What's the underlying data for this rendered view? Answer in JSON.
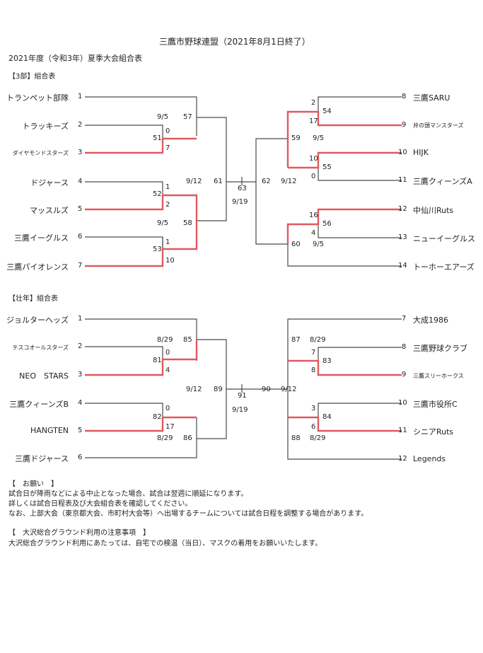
{
  "header": {
    "title": "三鷹市野球連盟（2021年8月1日終了）",
    "subtitle": "2021年度（令和3年）夏季大会組合表"
  },
  "colors": {
    "winner_line": "#e0595f",
    "line": "#4a4a4a",
    "text": "#222222"
  },
  "bracket3": {
    "label": "【3部】組合表",
    "left_teams": [
      {
        "seed": "1",
        "name": "トランペット部隊"
      },
      {
        "seed": "2",
        "name": "トラッキーズ"
      },
      {
        "seed": "3",
        "name": "ダイヤモンドスターズ"
      },
      {
        "seed": "4",
        "name": "ドジャース"
      },
      {
        "seed": "5",
        "name": "マッスルズ"
      },
      {
        "seed": "6",
        "name": "三鷹イーグルス"
      },
      {
        "seed": "7",
        "name": "三鷹パイオレンス"
      }
    ],
    "right_teams": [
      {
        "seed": "8",
        "name": "三鷹SARU"
      },
      {
        "seed": "9",
        "name": "井の頭マンスターズ"
      },
      {
        "seed": "10",
        "name": "HIJK"
      },
      {
        "seed": "11",
        "name": "三鷹クィーンズA"
      },
      {
        "seed": "12",
        "name": "中仙川Ruts"
      },
      {
        "seed": "13",
        "name": "ニューイーグルス"
      },
      {
        "seed": "14",
        "name": "トーホーエアーズ"
      }
    ],
    "labels": {
      "l51": "51",
      "l51_date": "9/5",
      "l51_s1": "0",
      "l51_s2": "7",
      "l57": "57",
      "l52": "52",
      "l52_s1": "1",
      "l52_s2": "2",
      "l53": "53",
      "l53_s1": "1",
      "l53_s2": "10",
      "l58": "58",
      "l58_date": "9/5",
      "l61": "61",
      "l61_date": "9/12",
      "final": "63",
      "final_date": "9/19",
      "r54": "54",
      "r54_s1": "2",
      "r54_s2": "17",
      "r55": "55",
      "r55_s1": "10",
      "r55_s2": "0",
      "r59": "59",
      "r59_date": "9/5",
      "r56": "56",
      "r56_s1": "16",
      "r56_s2": "4",
      "r60": "60",
      "r60_date": "9/5",
      "r62": "62",
      "r62_date": "9/12"
    }
  },
  "bracket_senior": {
    "label": "【壮年】組合表",
    "left_teams": [
      {
        "seed": "1",
        "name": "ジョルターヘッズ"
      },
      {
        "seed": "2",
        "name": "テスコオールスターズ"
      },
      {
        "seed": "3",
        "name": "NEO　STARS"
      },
      {
        "seed": "4",
        "name": "三鷹クィーンズB"
      },
      {
        "seed": "5",
        "name": "HANGTEN"
      },
      {
        "seed": "6",
        "name": "三鷹ドジャース"
      }
    ],
    "right_teams": [
      {
        "seed": "7",
        "name": "大成1986"
      },
      {
        "seed": "8",
        "name": "三鷹野球クラブ"
      },
      {
        "seed": "9",
        "name": "三鷹スリーホークス"
      },
      {
        "seed": "10",
        "name": "三鷹市役所C"
      },
      {
        "seed": "11",
        "name": "シニアRuts"
      },
      {
        "seed": "12",
        "name": "Legends"
      }
    ],
    "labels": {
      "l81": "81",
      "l81_date": "8/29",
      "l81_s1": "0",
      "l81_s2": "4",
      "l85": "85",
      "l82": "82",
      "l82_s1": "0",
      "l82_s2": "17",
      "l82_date": "8/29",
      "l86": "86",
      "l89": "89",
      "l89_date": "9/12",
      "final": "91",
      "final_date": "9/19",
      "r83": "83",
      "r83_s1": "7",
      "r83_s2": "8",
      "r87": "87",
      "r87_date": "8/29",
      "r84": "84",
      "r84_s1": "3",
      "r84_s2": "6",
      "r88": "88",
      "r88_date": "8/29",
      "r90": "90",
      "r90_date": "9/12"
    }
  },
  "notes": {
    "request_heading": "【　お願い　】",
    "request_lines": [
      "試合日が降雨などによる中止となった場合、試合は翌週に順延になります。",
      "詳しくは試合日程表及び大会組合表を確認してください。",
      "なお、上部大会（東京都大会、市町村大会等）へ出場するチームについては試合日程を調整する場合があります。"
    ],
    "ground_heading": "【　大沢総合グラウンド利用の注意事項　】",
    "ground_lines": [
      "大沢総合グラウンド利用にあたっては、自宅での検温（当日）、マスクの着用をお願いいたします。"
    ]
  }
}
